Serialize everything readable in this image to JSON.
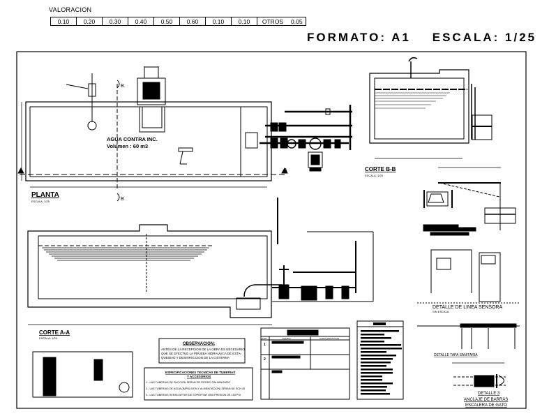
{
  "header": {
    "valoracion_label": "VALORACION",
    "valoracion_values": [
      "0.10",
      "0.20",
      "0.30",
      "0.40",
      "0.50",
      "0.60",
      "0.10",
      "0.10",
      "OTROS",
      "0.05"
    ],
    "format_title": "FORMATO: A1    ESCALA: 1/25"
  },
  "planta": {
    "title": "PLANTA",
    "scale": "ESCALA: 1/25",
    "tank_label_1": "AGUA CONTRA INC.",
    "tank_label_2": "Volúmen : 60 m3",
    "section_a": "A",
    "section_b": "B"
  },
  "corte_aa": {
    "title": "CORTE A-A",
    "scale": "ESCALA: 1/25"
  },
  "corte_bb": {
    "title": "CORTE B-B",
    "scale": "ESCALA: 1/25"
  },
  "detalle_sensora": {
    "title": "DETALLE DE LINEA SENSORA",
    "scale": "SIN ESCALA"
  },
  "detalle_tapa": {
    "title": "DETALLE TAPA SANITARIA"
  },
  "detalle_3": {
    "title": "DETALLE 3",
    "subtitle_1": "ANCLAJE DE BARRAS",
    "subtitle_2": "ESCALERA DE GATO"
  },
  "observacion": {
    "title": "OBSERVACION:",
    "lines": [
      "ANTES DE LA RECEPCION DE LA OBRA ES NECESARIO",
      "QUE SE EFECTUE LA PRUEBA HIDRAULICA DE ESTA-",
      "QUEIDAD Y DESINFECCION DE LA CISTERNA"
    ]
  },
  "especificaciones": {
    "title": "ESPECIFICACIONES TECNICAS DE TUBERIAS",
    "subtitle": "Y ACCESORIOS",
    "items": [
      "1.- LAS TUBERIAS DE SUCCION SERAN DE FIERRO GALVANIZADO",
      "2.- LAS TUBERIAS DE AGUA (IMPULSION Y ALIMENTACION) SERAN DE SCH 40",
      "3.- LAS TUBERIAS SERAN APTAS DE SOPORTAR UNA PRESION DE 150 PSI"
    ]
  },
  "leyenda": {
    "title": "LEYENDA",
    "col_1": "ITEM",
    "col_2": "EQUIPO",
    "col_3": "CARACTERISTICAS",
    "rows": [
      "1",
      "2"
    ],
    "notes_title": "NOTAS:"
  },
  "notas": {
    "title": "NOTAS"
  }
}
